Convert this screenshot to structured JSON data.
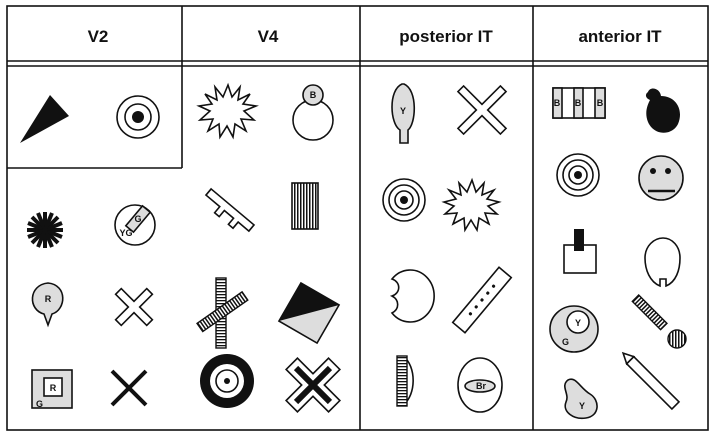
{
  "columns": [
    {
      "header": "V2"
    },
    {
      "header": "V4"
    },
    {
      "header": "posterior IT"
    },
    {
      "header": "anterior IT"
    }
  ],
  "shape_labels": {
    "v4_circle_b": "B",
    "v2_circle_yg": "YG",
    "v2_circle_g": "G",
    "v2_balloon_r": "R",
    "v2_square_r": "R",
    "v2_square_g": "G",
    "pit_leaf_y": "Y",
    "pit_eye_br": "Br",
    "ait_stripes_b": "B",
    "ait_disc_y": "Y",
    "ait_disc_g": "G",
    "ait_blob_y": "Y"
  },
  "colors": {
    "ink": "#111111",
    "gray_fill": "#dddddd",
    "background": "#ffffff"
  }
}
